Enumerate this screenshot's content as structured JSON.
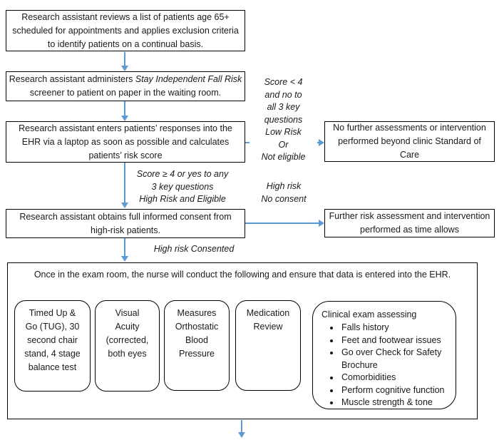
{
  "colors": {
    "arrow": "#5b9bd5",
    "border": "#000000",
    "background": "#ffffff",
    "text": "#1a1a1a"
  },
  "flow": {
    "box_review_lines": [
      "Research assistant reviews a list of patients age 65+",
      "scheduled for appointments and applies exclusion criteria",
      "to identify patients on a continual basis."
    ],
    "box_screener": {
      "line1_regular": "Research assistant administers ",
      "line1_italic": "Stay Independent Fall Risk",
      "line2": "screener to patient on paper in the waiting room."
    },
    "box_ehr_lines": [
      "Research assistant enters patients’ responses into the",
      "EHR via a laptop as soon as possible and calculates",
      "patients’ risk score"
    ],
    "box_consent_lines": [
      "Research assistant obtains full informed consent from",
      "high-risk patients."
    ],
    "box_no_further_lines": [
      "No further assessments or intervention",
      "performed beyond clinic Standard of",
      "Care"
    ],
    "box_further_lines": [
      "Further risk assessment and intervention",
      "performed as time allows"
    ]
  },
  "labels": {
    "low_risk_lines": [
      "Score < 4",
      "and no to",
      "all 3 key",
      "questions",
      "Low Risk",
      "Or",
      "Not eligible"
    ],
    "high_risk_eligible_lines": [
      "Score ≥ 4 or yes to any",
      "3 key questions",
      "High Risk and Eligible"
    ],
    "high_risk_no_consent_lines": [
      "High risk",
      "No consent"
    ],
    "high_risk_consented": "High risk Consented"
  },
  "exam": {
    "header": "Once in the exam room, the nurse will conduct the following and ensure that data is entered into the EHR.",
    "card_tug_lines": [
      "Timed Up &",
      "Go (TUG), 30",
      "second chair",
      "stand, 4 stage",
      "balance test"
    ],
    "card_visual_lines": [
      "Visual",
      "Acuity",
      "(corrected,",
      "both eyes"
    ],
    "card_orthostatic_lines": [
      "Measures",
      "Orthostatic",
      "Blood",
      "Pressure"
    ],
    "card_medication_lines": [
      "Medication",
      "Review"
    ],
    "clinical": {
      "title": "Clinical exam assessing",
      "items": [
        "Falls history",
        "Feet and footwear issues",
        "Go over Check for Safety Brochure",
        "Comorbidities",
        "Perform cognitive function",
        "Muscle strength & tone"
      ]
    }
  }
}
